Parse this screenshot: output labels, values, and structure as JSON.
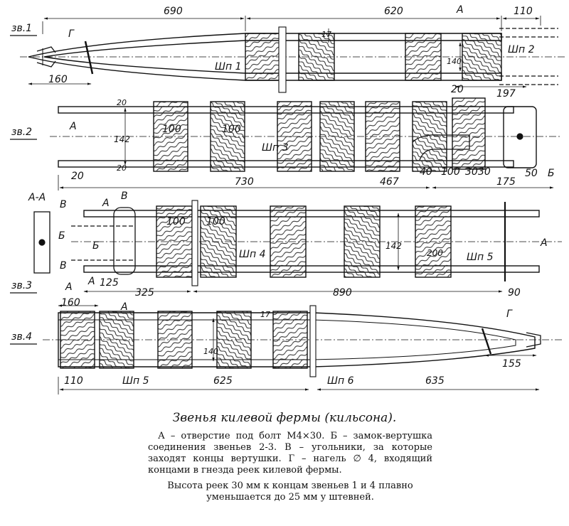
{
  "caption": "Звенья килевой фермы (кильсона).",
  "notes": {
    "p1": "А – отверстие под болт М4×30. Б – замок-вертушка соединения звеньев 2-3. В – угольники, за которые заходят концы вертушки. Г – нагель ∅ 4, входящий концами в гнезда реек килевой фермы.",
    "p2": "Высота реек 30 мм к концам звеньев 1 и 4 плавно уменьшается до 25 мм у штевней."
  },
  "links": {
    "zv1": "зв.1",
    "zv2": "зв.2",
    "zv3": "зв.3",
    "zv4": "зв.4"
  },
  "letters": {
    "A": "А",
    "B": "Б",
    "V": "В",
    "G": "Г",
    "section": "А-А"
  },
  "pins": {
    "shp1": "Шп 1",
    "shp2": "Шп 2",
    "shp3": "Шп 3",
    "shp4": "Шп 4",
    "shp5": "Шп 5",
    "shp6": "Шп 6"
  },
  "dims": {
    "d690": "690",
    "d620": "620",
    "d110": "110",
    "d17": "17",
    "d140": "140",
    "d160": "160",
    "d197": "197",
    "d20": "20",
    "d100": "100",
    "d142": "142",
    "d730": "730",
    "d467": "467",
    "d40": "40",
    "d30": "30",
    "d175": "175",
    "d50": "50",
    "d125": "125",
    "d325": "325",
    "d890": "890",
    "d200": "200",
    "d90": "90",
    "d625": "625",
    "d635": "635",
    "d155": "155"
  }
}
